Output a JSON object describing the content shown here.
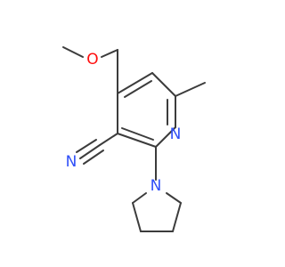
{
  "molecule": {
    "atoms": [
      {
        "id": "O1",
        "symbol": "O",
        "color": "#ff0d0d"
      },
      {
        "id": "N_ring",
        "symbol": "N",
        "color": "#3050f8"
      },
      {
        "id": "N_nitrile",
        "symbol": "N",
        "color": "#3050f8"
      },
      {
        "id": "N_pyrrolidine",
        "symbol": "N",
        "color": "#3050f8"
      }
    ],
    "bond_color": "#3c3c3c"
  }
}
